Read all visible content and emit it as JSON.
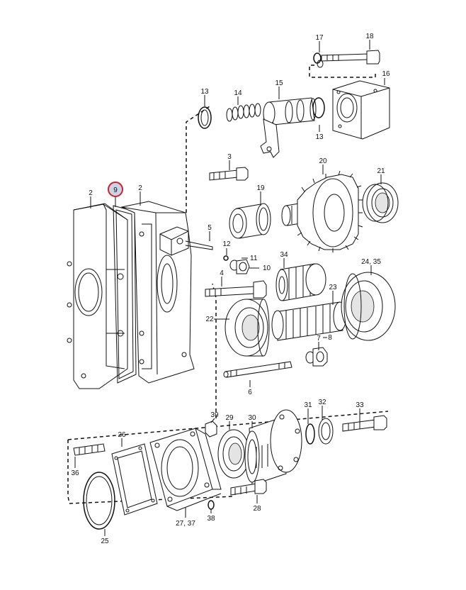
{
  "diagram": {
    "highlight_color": "#d0202a",
    "highlight_fill": "#c9d4e6",
    "highlighted_callout": "9",
    "callouts": [
      "2",
      "2",
      "3",
      "4",
      "5",
      "6",
      "7",
      "8",
      "9",
      "10",
      "11",
      "12",
      "13",
      "13",
      "14",
      "15",
      "16",
      "17",
      "18",
      "19",
      "20",
      "21",
      "22",
      "23",
      "24, 35",
      "25",
      "26",
      "27, 37",
      "28",
      "29",
      "30",
      "31",
      "32",
      "33",
      "34",
      "36",
      "38",
      "39"
    ]
  }
}
